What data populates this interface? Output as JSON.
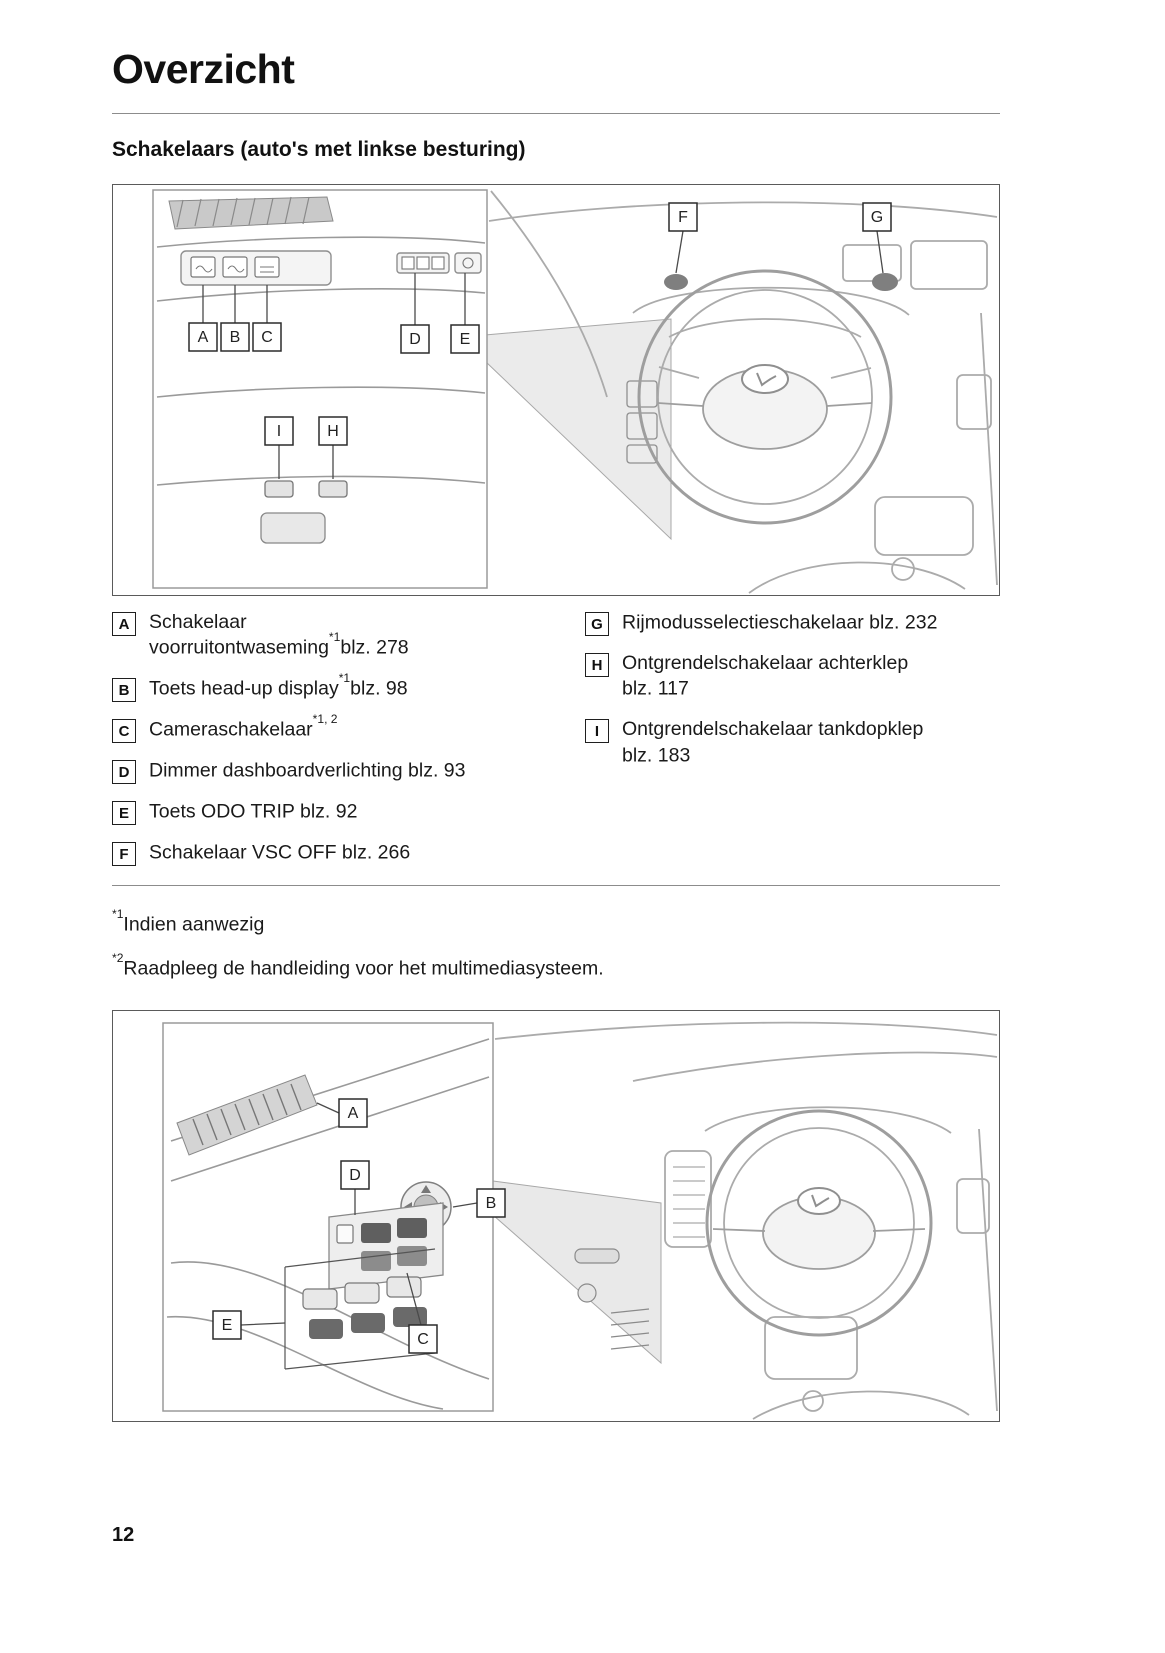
{
  "header": {
    "title": "Overzicht",
    "section": "Schakelaars (auto's met linkse besturing)"
  },
  "legend": {
    "left": [
      {
        "key": "A",
        "text": "Schakelaar\nvoorruitontwaseming",
        "sup": "*1",
        "suffix": "blz. 278"
      },
      {
        "key": "B",
        "text": "Toets head-up display",
        "sup": "*1",
        "suffix": "blz. 98"
      },
      {
        "key": "C",
        "text": "Cameraschakelaar",
        "sup": "*1, 2",
        "suffix": ""
      },
      {
        "key": "D",
        "text": "Dimmer dashboardverlichting blz. 93",
        "sup": "",
        "suffix": ""
      },
      {
        "key": "E",
        "text": "Toets ODO TRIP blz. 92",
        "sup": "",
        "suffix": ""
      },
      {
        "key": "F",
        "text": "Schakelaar VSC OFF blz. 266",
        "sup": "",
        "suffix": ""
      }
    ],
    "right": [
      {
        "key": "G",
        "text": "Rijmodusselectieschakelaar blz. 232",
        "sup": "",
        "suffix": ""
      },
      {
        "key": "H",
        "text": "Ontgrendelschakelaar achterklep\nblz. 117",
        "sup": "",
        "suffix": ""
      },
      {
        "key": "I",
        "text": "Ontgrendelschakelaar tankdopklep\nblz. 183",
        "sup": "",
        "suffix": ""
      }
    ]
  },
  "footnotes": [
    {
      "sup": "*1",
      "text": "Indien aanwezig"
    },
    {
      "sup": "*2",
      "text": "Raadpleeg de handleiding voor het multimediasysteem."
    }
  ],
  "figures": {
    "fig1": {
      "labels": [
        "A",
        "B",
        "C",
        "D",
        "E",
        "F",
        "G",
        "H",
        "I"
      ]
    },
    "fig2": {
      "labels": [
        "A",
        "B",
        "C",
        "D",
        "E"
      ]
    }
  },
  "footer": {
    "page_number": "12"
  }
}
